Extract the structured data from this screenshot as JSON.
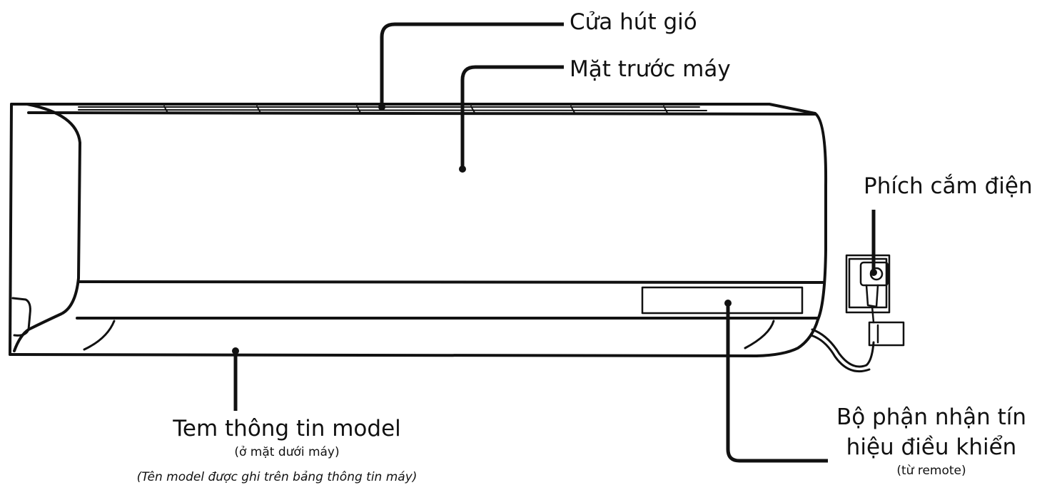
{
  "labels": {
    "air_inlet": "Cửa hút gió",
    "front_panel": "Mặt trước máy",
    "power_plug": "Phích cắm điện",
    "model_label_title": "Tem thông tin model",
    "model_label_sub": "(ở mặt dưới máy)",
    "model_label_note": "(Tên model được ghi trên bảng thông tin máy)",
    "receiver_line1": "Bộ phận nhận tín",
    "receiver_line2": "hiệu điều khiển",
    "receiver_sub": "(từ remote)"
  },
  "colors": {
    "stroke": "#111111",
    "background": "#ffffff"
  }
}
